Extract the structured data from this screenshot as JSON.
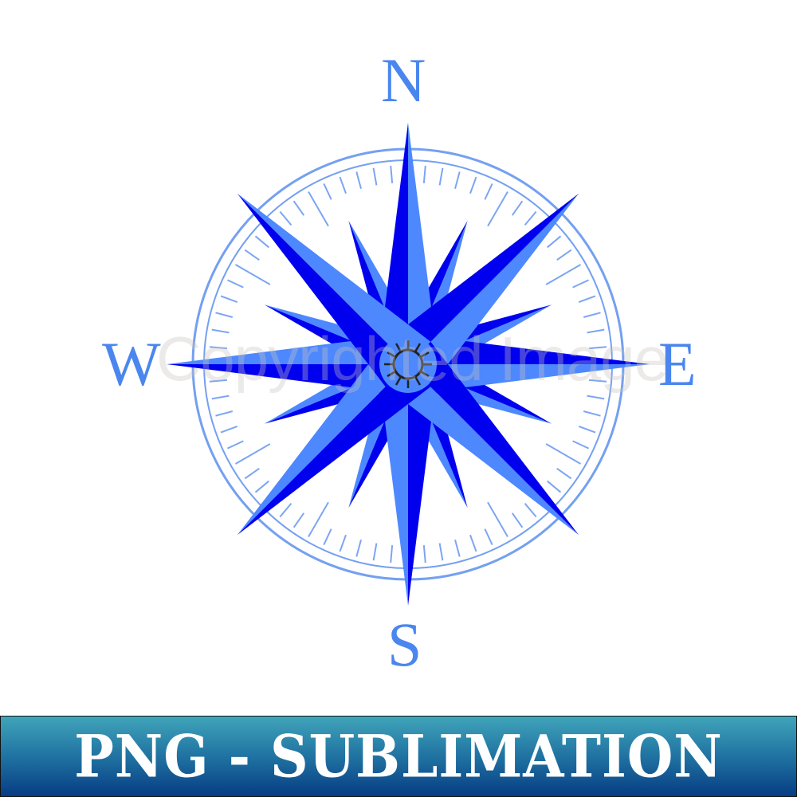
{
  "compass": {
    "directions": {
      "north": "N",
      "east": "E",
      "south": "S",
      "west": "W"
    },
    "colors": {
      "light": "#4d88ff",
      "dark": "#0000ee",
      "ring": "#5c8fef",
      "hub_glyph": "#222222"
    }
  },
  "watermark": "Copyrighted Image",
  "banner": {
    "text": "PNG - SUBLIMATION",
    "gradient_top": "#40a5ba",
    "gradient_bottom": "#083c84"
  }
}
